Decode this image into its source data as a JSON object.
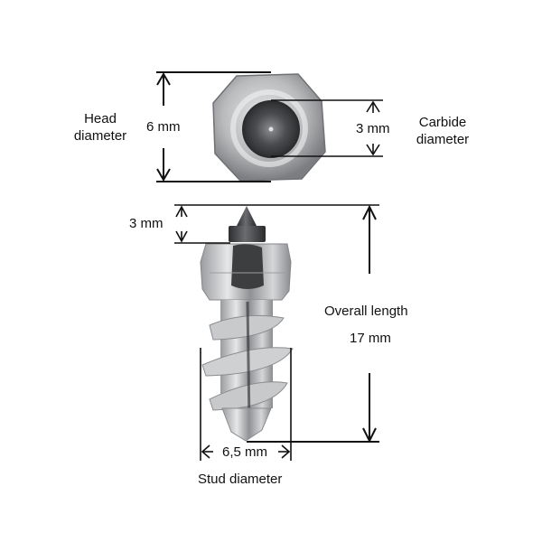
{
  "diagram": {
    "subject": "Screw-in ice stud with carbide tip",
    "labels": {
      "head_diameter_title_line1": "Head",
      "head_diameter_title_line2": "diameter",
      "head_diameter_value": "6 mm",
      "carbide_diameter_value": "3 mm",
      "carbide_diameter_title_line1": "Carbide",
      "carbide_diameter_title_line2": "diameter",
      "tip_height_value": "3 mm",
      "overall_length_title": "Overall length",
      "overall_length_value": "17 mm",
      "stud_diameter_value": "6,5 mm",
      "stud_diameter_title": "Stud diameter"
    },
    "colors": {
      "line": "#111111",
      "steel_light": "#d9dadb",
      "steel_mid": "#a9abad",
      "steel_dark": "#6d6f72",
      "carbide": "#3a3b3d"
    }
  }
}
